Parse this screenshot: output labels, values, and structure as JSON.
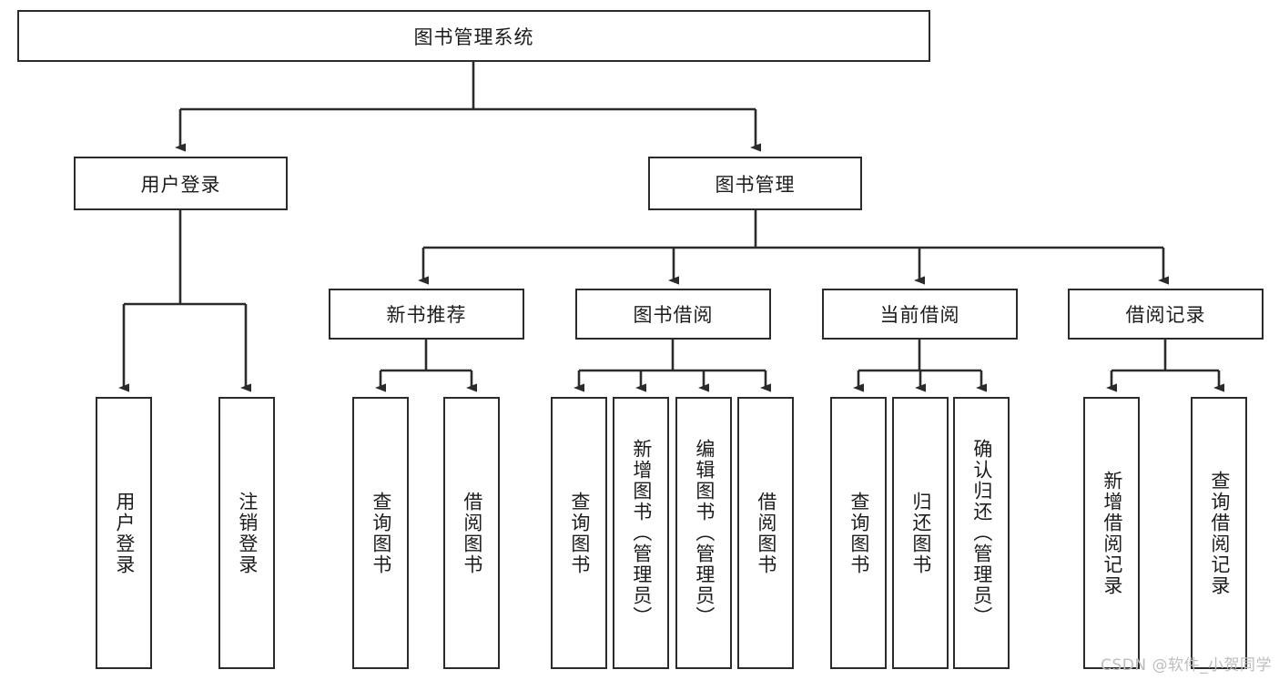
{
  "diagram": {
    "type": "tree-hierarchy-chart",
    "title_node": {
      "label": "图书管理系统"
    },
    "level2": [
      {
        "id": "user-login",
        "label": "用户登录"
      },
      {
        "id": "book-management",
        "label": "图书管理"
      }
    ],
    "level3": [
      {
        "id": "new-book-recommend",
        "label": "新书推荐",
        "parent": "book-management"
      },
      {
        "id": "book-borrow",
        "label": "图书借阅",
        "parent": "book-management"
      },
      {
        "id": "current-borrow",
        "label": "当前借阅",
        "parent": "book-management"
      },
      {
        "id": "borrow-record",
        "label": "借阅记录",
        "parent": "book-management"
      }
    ],
    "leaves": [
      {
        "id": "leaf-user-login",
        "label": "用户登录",
        "parent": "user-login"
      },
      {
        "id": "leaf-logout-login",
        "label": "注销登录",
        "parent": "user-login"
      },
      {
        "id": "leaf-query-book-1",
        "label": "查询图书",
        "parent": "new-book-recommend"
      },
      {
        "id": "leaf-borrow-book-1",
        "label": "借阅图书",
        "parent": "new-book-recommend"
      },
      {
        "id": "leaf-query-book-2",
        "label": "查询图书",
        "parent": "book-borrow"
      },
      {
        "id": "leaf-add-book",
        "label": "新增图书（管理员）",
        "parent": "book-borrow"
      },
      {
        "id": "leaf-edit-book",
        "label": "编辑图书（管理员）",
        "parent": "book-borrow"
      },
      {
        "id": "leaf-borrow-book-2",
        "label": "借阅图书",
        "parent": "book-borrow"
      },
      {
        "id": "leaf-query-book-3",
        "label": "查询图书",
        "parent": "current-borrow"
      },
      {
        "id": "leaf-return-book",
        "label": "归还图书",
        "parent": "current-borrow"
      },
      {
        "id": "leaf-confirm-return",
        "label": "确认归还（管理员）",
        "parent": "current-borrow"
      },
      {
        "id": "leaf-add-record",
        "label": "新增借阅记录",
        "parent": "borrow-record"
      },
      {
        "id": "leaf-query-record",
        "label": "查询借阅记录",
        "parent": "borrow-record"
      }
    ],
    "colors": {
      "stroke": "#2b2b2b",
      "fill": "#ffffff",
      "text": "#1c1c1c",
      "watermark": "#bdbdbd"
    }
  },
  "watermark": {
    "text": "CSDN @软件_小贺同学"
  }
}
